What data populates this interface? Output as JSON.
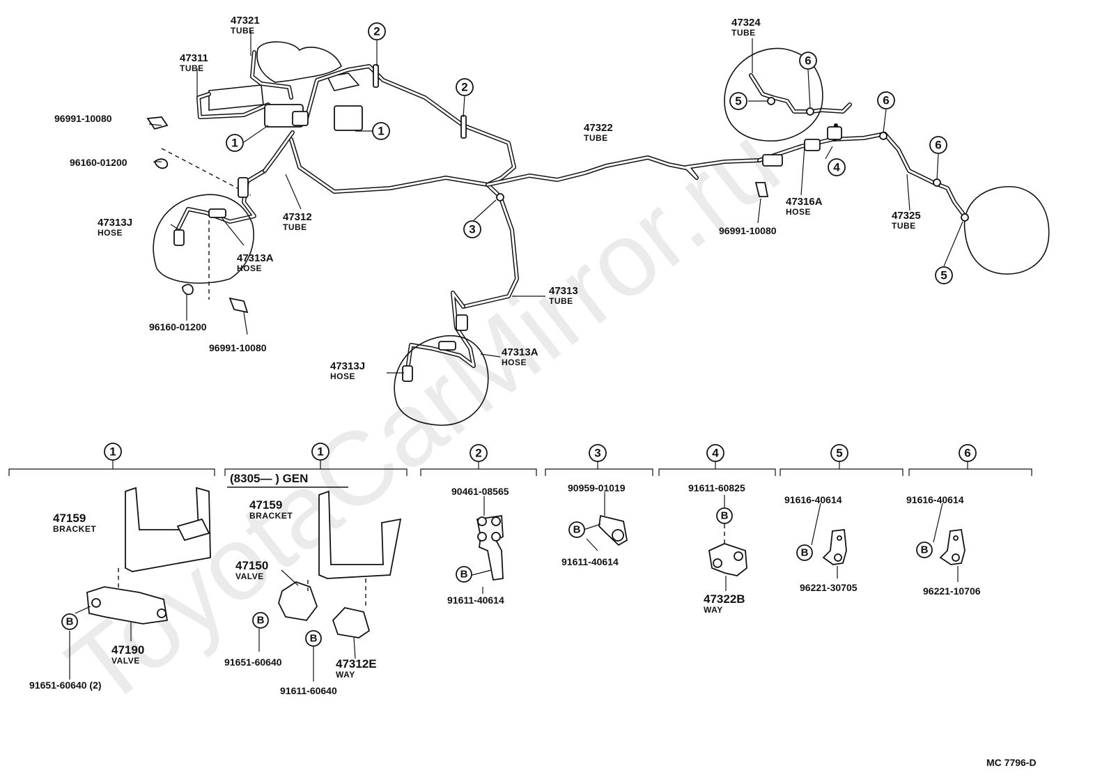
{
  "watermark": "ToyotaCarMirror.ru",
  "drawing_code": "MC  7796-D",
  "parts": {
    "p47321": {
      "num": "47321",
      "type": "TUBE"
    },
    "p47311": {
      "num": "47311",
      "type": "TUBE"
    },
    "p47312": {
      "num": "47312",
      "type": "TUBE"
    },
    "p47313": {
      "num": "47313",
      "type": "TUBE"
    },
    "p47322": {
      "num": "47322",
      "type": "TUBE"
    },
    "p47324": {
      "num": "47324",
      "type": "TUBE"
    },
    "p47325": {
      "num": "47325",
      "type": "TUBE"
    },
    "p47316A": {
      "num": "47316A",
      "type": "HOSE"
    },
    "p47313J_a": {
      "num": "47313J",
      "type": "HOSE"
    },
    "p47313A_a": {
      "num": "47313A",
      "type": "HOSE"
    },
    "p47313J_b": {
      "num": "47313J",
      "type": "HOSE"
    },
    "p47313A_b": {
      "num": "47313A",
      "type": "HOSE"
    }
  },
  "clips": {
    "c1": "96991-10080",
    "c2": "96160-01200",
    "c3": "96160-01200",
    "c4": "96991-10080",
    "c5": "96991-10080"
  },
  "callouts": {
    "one": "1",
    "two": "2",
    "three": "3",
    "four": "4",
    "five": "5",
    "six": "6"
  },
  "bolt_mark": "B",
  "details": {
    "d1": {
      "bracket_num": "47159",
      "bracket_type": "BRACKET",
      "valve_num": "47190",
      "valve_type": "VALVE",
      "bolt": "91651-60640 (2)"
    },
    "d1b": {
      "header": "(8305—      ) GEN",
      "bracket_num": "47159",
      "bracket_type": "BRACKET",
      "valve_num": "47150",
      "valve_type": "VALVE",
      "bolt": "91651-60640",
      "way_num": "47312E",
      "way_type": "WAY",
      "bolt2": "91611-60640"
    },
    "d2": {
      "top": "90461-08565",
      "bottom": "91611-40614"
    },
    "d3": {
      "top": "90959-01019",
      "bottom": "91611-40614"
    },
    "d4": {
      "top": "91611-60825",
      "way_num": "47322B",
      "way_type": "WAY"
    },
    "d5": {
      "top": "91616-40614",
      "bottom": "96221-30705"
    },
    "d6": {
      "top": "91616-40614",
      "bottom": "96221-10706"
    }
  }
}
